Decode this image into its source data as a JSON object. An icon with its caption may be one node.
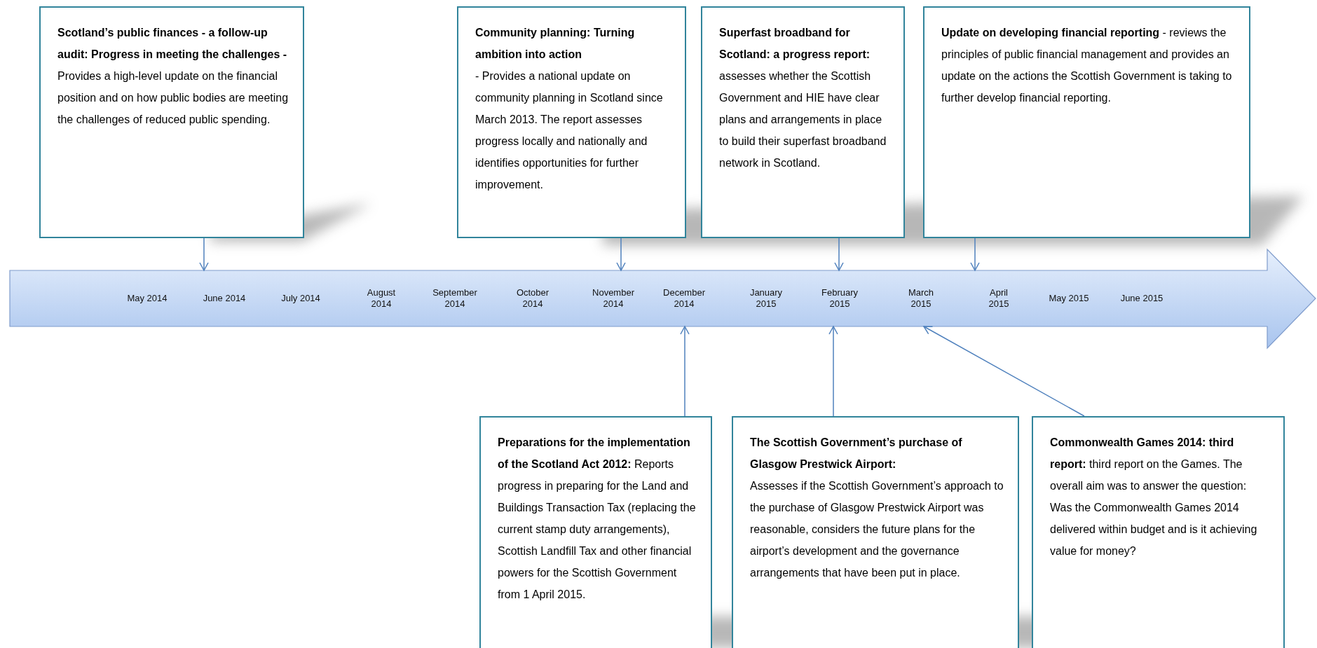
{
  "diagram": {
    "nodes": [
      {
        "text": [
          "**Scotland’s public finances - a follow-up audit: Progress in meeting the challenges -**Provides a high-level update on the financial position and on how public bodies are meeting the challenges of reduced public spending."
        ]
      },
      {
        "text": [
          "Community planning: Turning ambition into action",
          "- Provides a national update on community planning in Scotland since March 2013. The report assesses progress locally and nationally and identifies opportunities for further improvement."
        ]
      },
      {
        "text": [
          "**Superfast broadband for Scotland: a progress report:** assesses whether the Scottish Government and HIE have clear plans and arrangements in place to build their superfast broadband network in Scotland."
        ]
      },
      {
        "text": [
          "**Update on developing financial reporting** - reviews the principles of public financial management and provides an update on the actions the Scottish Government is taking to further develop financial reporting."
        ]
      },
      {
        "text": [
          "May 2014",
          "June 2014",
          "July 2014",
          "August 2014",
          "September 2014",
          "October 2014",
          "November 2014",
          "December 2014",
          "January 2015",
          "February 2015",
          "March 2015",
          "April 2015",
          "May 2015",
          "June 2015"
        ]
      },
      {
        "text": [
          "**Preparations for the implementation of the Scotland Act 2012:** Reports progress in preparing for the Land and Buildings Transaction Tax (replacing the current stamp duty arrangements), Scottish Landfill Tax and other financial powers for the Scottish Government from 1 April 2015."
        ]
      },
      {
        "text": [
          "The Scottish Government’s purchase of Glasgow Prestwick Airport:",
          "Assesses if the Scottish Government’s approach to the purchase of Glasgow Prestwick Airport was reasonable, considers the future plans for the airport’s development and the governance arrangements that have been put in place."
        ]
      },
      {
        "text": [
          "**Commonwealth Games 2014: third report:** third report on the Games. The overall aim was to answer the question: Was the Commonwealth Games 2014 delivered within budget and is it achieving value for money?"
        ]
      }
    ],
    "edges": [
      {
        "from": 0,
        "to": 4,
        "arrow": "to"
      },
      {
        "from": 1,
        "to": 4,
        "arrow": "to"
      },
      {
        "from": 2,
        "to": 4,
        "arrow": "to"
      },
      {
        "from": 3,
        "to": 4,
        "arrow": "to"
      },
      {
        "from": 5,
        "to": 4,
        "arrow": "to"
      },
      {
        "from": 6,
        "to": 4,
        "arrow": "to"
      },
      {
        "from": 7,
        "to": 4,
        "arrow": "to"
      }
    ]
  }
}
